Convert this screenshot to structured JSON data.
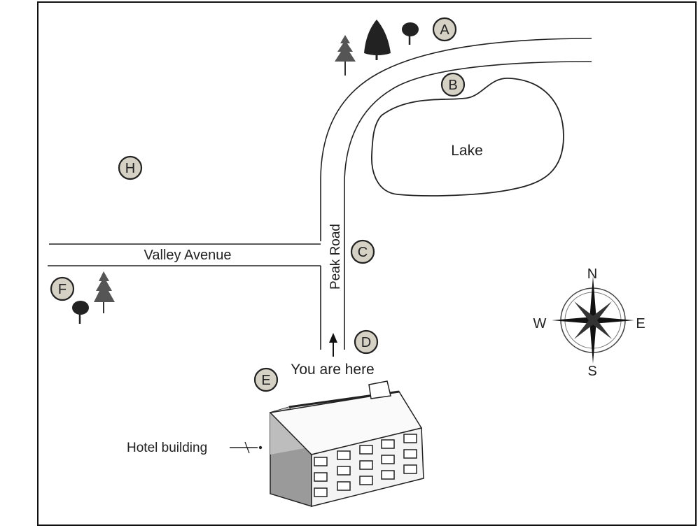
{
  "labels": {
    "lake": "Lake",
    "valley_avenue": "Valley Avenue",
    "peak_road": "Peak Road",
    "you_are_here": "You are here",
    "hotel_building": "Hotel building"
  },
  "markers": [
    "A",
    "B",
    "C",
    "D",
    "E",
    "F",
    "H"
  ],
  "compass": {
    "n": "N",
    "s": "S",
    "e": "E",
    "w": "W"
  }
}
